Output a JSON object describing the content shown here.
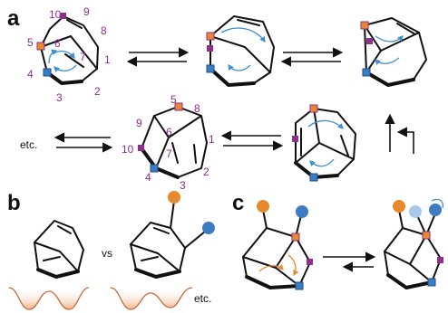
{
  "panels": {
    "a": "a",
    "b": "b",
    "c": "c"
  },
  "atom_numbers": {
    "first": [
      "1",
      "2",
      "3",
      "4",
      "5",
      "6",
      "7",
      "8",
      "9",
      "10"
    ],
    "middle": [
      "1",
      "2",
      "3",
      "4",
      "5",
      "6",
      "7",
      "8",
      "9",
      "10"
    ]
  },
  "labels": {
    "etc_left": "etc.",
    "vs": "vs",
    "etc_right": "etc."
  },
  "colors": {
    "orange": "#e8892e",
    "blue": "#3d7cc2",
    "light_blue": "#a9c9ea",
    "purple": "#8e2f8c",
    "arrow_blue": "#3d8fd0",
    "well_fill": "#f6d2b8",
    "well_stroke": "#c8693a"
  },
  "icons": {
    "orange_marker": "orange-square",
    "blue_marker": "blue-square",
    "purple_marker": "purple-square",
    "equilibrium": "equilibrium-arrows"
  }
}
